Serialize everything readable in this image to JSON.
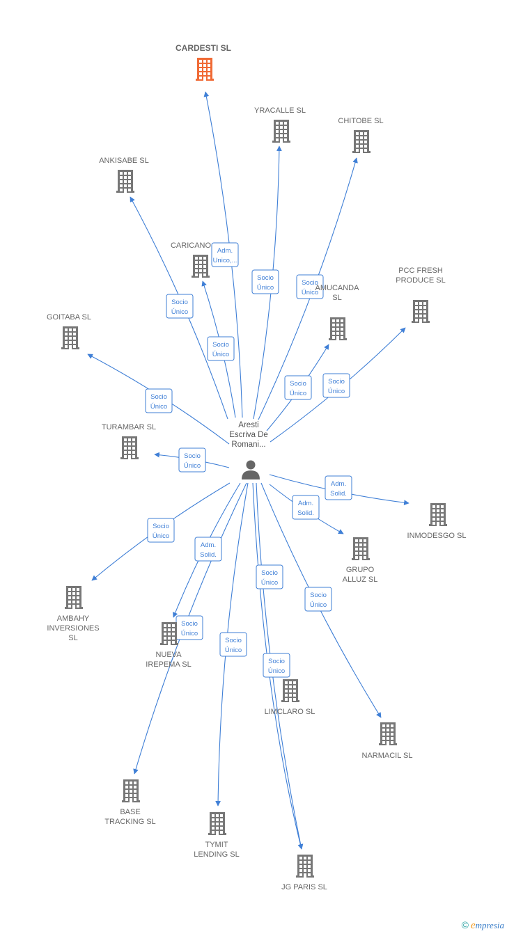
{
  "center": {
    "label_lines": [
      "Aresti",
      "Escriva De",
      "Romani..."
    ]
  },
  "colors": {
    "edge": "#3f7fd6",
    "company": "#777777",
    "highlight": "#f06a35",
    "person": "#666666"
  },
  "companies": [
    {
      "id": "cardesti",
      "lines": [
        "CARDESTI  SL"
      ],
      "highlight": true
    },
    {
      "id": "yracalle",
      "lines": [
        "YRACALLE  SL"
      ]
    },
    {
      "id": "chitobe",
      "lines": [
        "CHITOBE  SL"
      ]
    },
    {
      "id": "ankisabe",
      "lines": [
        "ANKISABE  SL"
      ]
    },
    {
      "id": "caricano",
      "lines": [
        "CARICANO"
      ]
    },
    {
      "id": "amucanda",
      "lines": [
        "AMUCANDA",
        "SL"
      ]
    },
    {
      "id": "pccfresh",
      "lines": [
        "PCC FRESH",
        "PRODUCE  SL"
      ]
    },
    {
      "id": "goitaba",
      "lines": [
        "GOITABA  SL"
      ]
    },
    {
      "id": "turambar",
      "lines": [
        "TURAMBAR SL"
      ]
    },
    {
      "id": "inmodesgo",
      "lines": [
        "INMODESGO SL"
      ]
    },
    {
      "id": "grupoalluz",
      "lines": [
        "GRUPO",
        "ALLUZ SL"
      ]
    },
    {
      "id": "ambahy",
      "lines": [
        "AMBAHY",
        "INVERSIONES",
        "SL"
      ]
    },
    {
      "id": "nuevairepema",
      "lines": [
        "NUEVA",
        "IREPEMA SL"
      ]
    },
    {
      "id": "limclaro",
      "lines": [
        "LIMCLARO  SL"
      ]
    },
    {
      "id": "narmacil",
      "lines": [
        "NARMACIL  SL"
      ]
    },
    {
      "id": "basetracking",
      "lines": [
        "BASE",
        "TRACKING  SL"
      ]
    },
    {
      "id": "tymitlending",
      "lines": [
        "TYMIT",
        "LENDING  SL"
      ]
    },
    {
      "id": "jgparis",
      "lines": [
        "JG PARIS  SL"
      ]
    }
  ],
  "relations": [
    {
      "target": "cardesti",
      "lines": [
        "Adm.",
        "Unico,..."
      ]
    },
    {
      "target": "yracalle",
      "lines": [
        "Socio",
        "Único"
      ]
    },
    {
      "target": "chitobe",
      "lines": [
        "Socio",
        "Único"
      ]
    },
    {
      "target": "ankisabe",
      "lines": [
        "Socio",
        "Único"
      ]
    },
    {
      "target": "caricano",
      "lines": [
        "Socio",
        "Único"
      ]
    },
    {
      "target": "amucanda",
      "lines": [
        "Socio",
        "Único"
      ]
    },
    {
      "target": "pccfresh",
      "lines": [
        "Socio",
        "Único"
      ]
    },
    {
      "target": "goitaba",
      "lines": [
        "Socio",
        "Único"
      ]
    },
    {
      "target": "turambar",
      "lines": [
        "Socio",
        "Único"
      ]
    },
    {
      "target": "inmodesgo",
      "lines": [
        "Adm.",
        "Solid."
      ]
    },
    {
      "target": "grupoalluz",
      "lines": [
        "Adm.",
        "Solid."
      ]
    },
    {
      "target": "ambahy",
      "lines": [
        "Socio",
        "Único"
      ]
    },
    {
      "target": "nuevairepema",
      "lines": [
        "Adm.",
        "Solid."
      ]
    },
    {
      "target": "limclaro",
      "lines": [
        "Socio",
        "Único"
      ]
    },
    {
      "target": "narmacil",
      "lines": [
        "Socio",
        "Único"
      ]
    },
    {
      "target": "basetracking",
      "lines": [
        "Socio",
        "Único"
      ]
    },
    {
      "target": "tymitlending",
      "lines": [
        "Socio",
        "Único"
      ]
    },
    {
      "target": "jgparis",
      "lines": [
        "Socio",
        "Único"
      ]
    }
  ],
  "footer": {
    "copyright": "©",
    "brand_initial": "e",
    "brand_rest": "mpresia"
  }
}
